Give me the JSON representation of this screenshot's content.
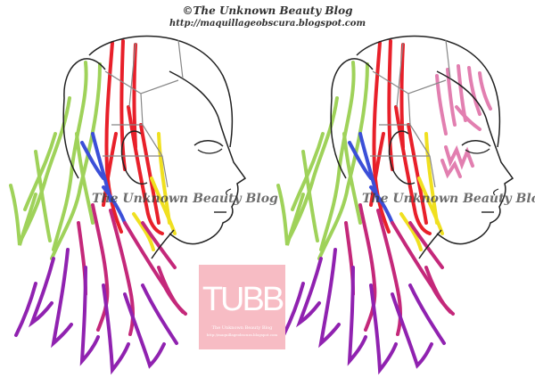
{
  "header": {
    "title": "©The Unknown Beauty Blog",
    "url": "http://maquillageobscura.blogspot.com"
  },
  "watermark": "The Unknown Beauty Blog",
  "logo": {
    "text": "TUBB",
    "subtitle": "The Unknown Beauty Blog",
    "url": "http://maquillageobscura.blogspot.com"
  },
  "colors": {
    "background": "#ffffff",
    "outline": "#222222",
    "section_lines": "#888888",
    "logo_bg": "#f7bcc4",
    "hair_green": "#9fd25a",
    "hair_red": "#e8202a",
    "hair_blue": "#3b4fd8",
    "hair_yellow": "#f0e020",
    "hair_magenta": "#c4287a",
    "hair_purple": "#9022b0",
    "hair_pink": "#e27fb0"
  }
}
